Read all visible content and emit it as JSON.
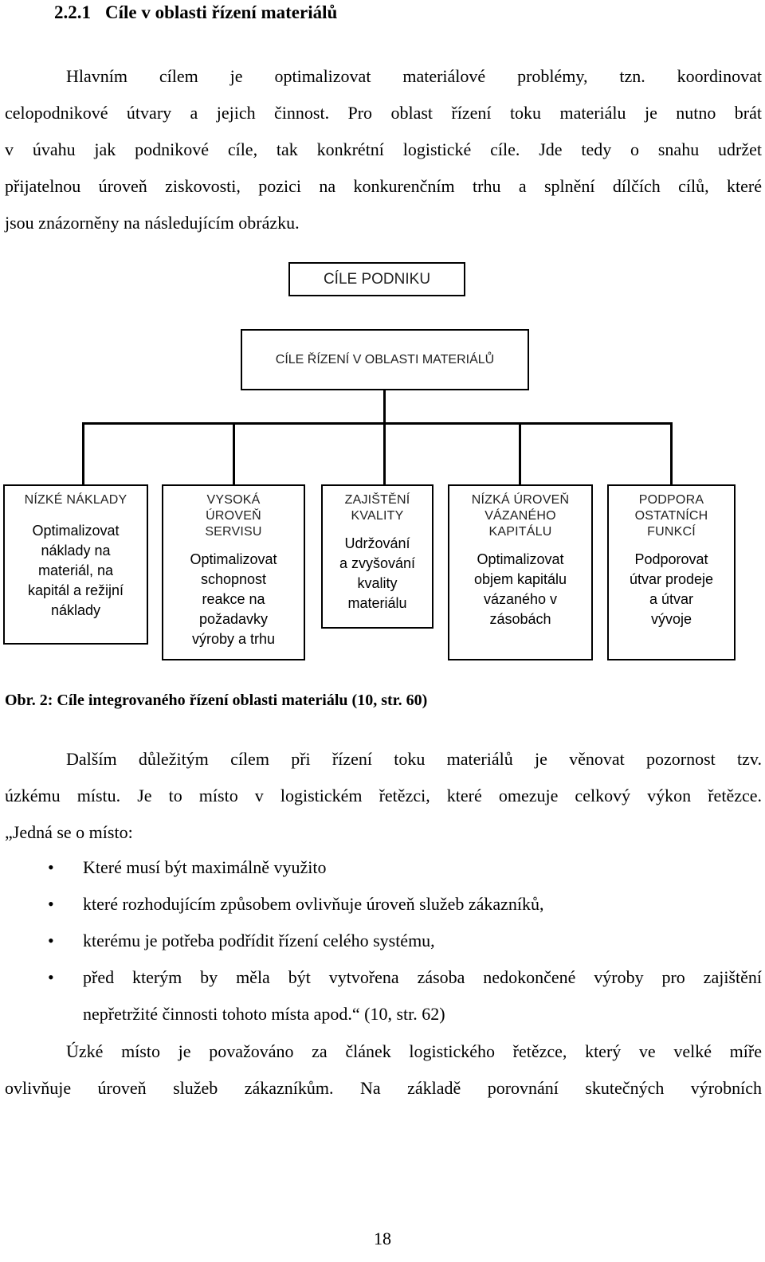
{
  "heading": {
    "number": "2.2.1",
    "title": "Cíle v oblasti řízení materiálů"
  },
  "paragraph1": [
    "Hlavním cílem je optimalizovat materiálové problémy, tzn. koordinovat",
    "celopodnikové útvary a jejich činnost. Pro oblast řízení toku materiálu je nutno brát",
    "v úvahu jak podnikové cíle, tak konkrétní logistické cíle. Jde tedy o snahu udržet",
    "přijatelnou úroveň ziskovosti, pozici na konkurenčním trhu a splnění dílčích cílů, které",
    "jsou znázorněny na následujícím obrázku."
  ],
  "diagram": {
    "top": "CÍLE PODNIKU",
    "middle": "CÍLE ŘÍZENÍ V OBLASTI MATERIÁLŮ",
    "boxes": [
      {
        "caption": [
          "NÍZKÉ NÁKLADY"
        ],
        "body": [
          "Optimalizovat",
          "náklady na",
          "materiál, na",
          "kapitál a režijní",
          "náklady"
        ]
      },
      {
        "caption": [
          "VYSOKÁ",
          "ÚROVEŇ",
          "SERVISU"
        ],
        "body": [
          "Optimalizovat",
          "schopnost",
          "reakce na",
          "požadavky",
          "výroby a trhu"
        ]
      },
      {
        "caption": [
          "ZAJIŠTĚNÍ",
          "KVALITY"
        ],
        "body": [
          "Udržování",
          "a zvyšování",
          "kvality",
          "materiálu"
        ]
      },
      {
        "caption": [
          "NÍZKÁ ÚROVEŇ",
          "VÁZANÉHO",
          "KAPITÁLU"
        ],
        "body": [
          "Optimalizovat",
          "objem kapitálu",
          "vázaného v",
          "zásobách"
        ]
      },
      {
        "caption": [
          "PODPORA",
          "OSTATNÍCH",
          "FUNKCÍ"
        ],
        "body": [
          "Podporovat",
          "útvar prodeje",
          "a útvar",
          "vývoje"
        ]
      }
    ]
  },
  "caption": "Obr. 2: Cíle integrovaného řízení oblasti materiálu (10, str. 60)",
  "paragraph2": [
    "Dalším důležitým cílem při řízení toku materiálů je věnovat pozornost tzv.",
    "úzkému místu. Je to místo v logistickém řetězci, které omezuje celkový výkon řetězce.",
    "„Jedná se o místo:"
  ],
  "bullets": [
    "Které musí být maximálně využito",
    "které rozhodujícím způsobem ovlivňuje úroveň služeb zákazníků,",
    "kterému je potřeba podřídit řízení celého systému,",
    "před kterým by měla být vytvořena zásoba nedokončené výroby pro zajištění"
  ],
  "bullet_continuation": "nepřetržité činnosti tohoto místa apod.“ (10, str. 62)",
  "paragraph3": [
    "Úzké místo je považováno za článek logistického řetězce, který ve velké míře",
    "ovlivňuje úroveň služeb zákazníkům. Na základě porovnání skutečných výrobních"
  ],
  "bullet_symbol": "•",
  "page_number": "18"
}
